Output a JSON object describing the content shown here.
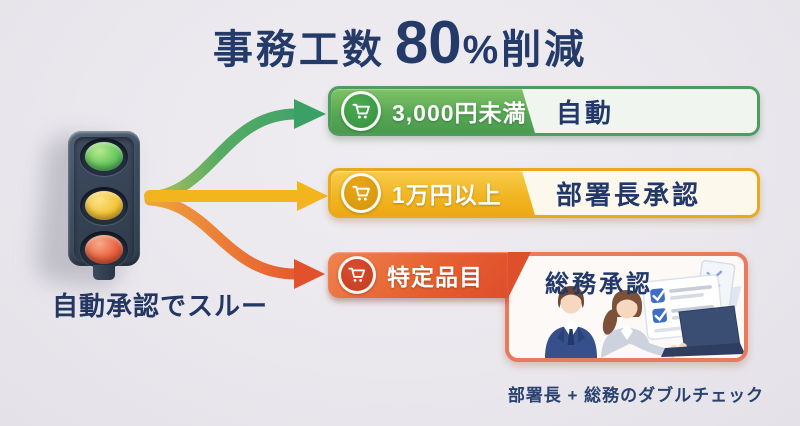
{
  "title": {
    "prefix": "事務工数",
    "number": "80",
    "suffix": "%削減",
    "color": "#243a68"
  },
  "traffic_light": {
    "caption": "自動承認でスルー",
    "lights": [
      {
        "name": "green-light",
        "color": "#65c75f"
      },
      {
        "name": "yellow-light",
        "color": "#f3c437"
      },
      {
        "name": "red-light",
        "color": "#e8603e"
      }
    ]
  },
  "rules": [
    {
      "condition": "3,000円未満",
      "action": "自動",
      "bar_color": "#55a654",
      "arrow_color": "#3fa269",
      "icon": "cart-icon"
    },
    {
      "condition": "1万円以上",
      "action": "部署長承認",
      "bar_color": "#f1b421",
      "arrow_color": "#f2b51d",
      "icon": "cart-icon"
    },
    {
      "condition": "特定品目",
      "action": "総務承認",
      "bar_color": "#e6602f",
      "arrow_color": "#e2552e",
      "icon": "cart-icon"
    }
  ],
  "footnote": "部署長 + 総務のダブルチェック"
}
